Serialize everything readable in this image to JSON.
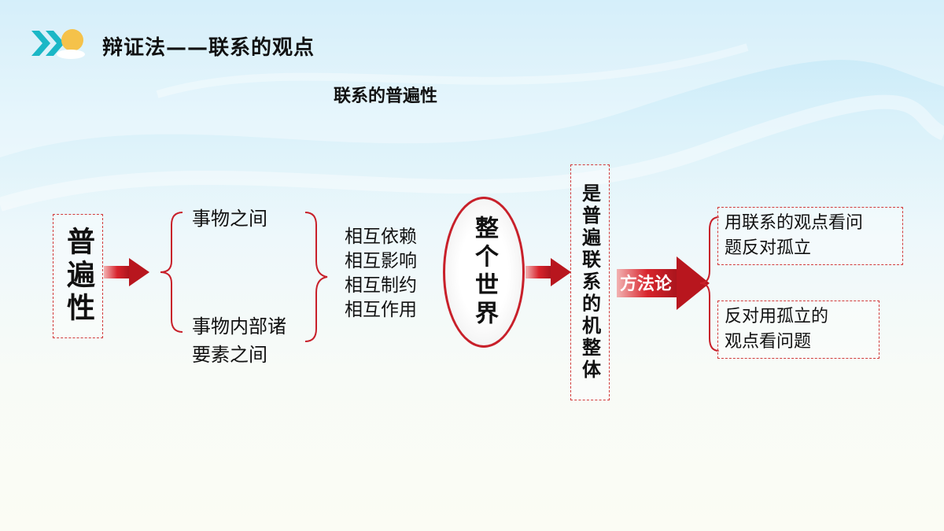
{
  "header": {
    "title": "辩证法——联系的观点"
  },
  "subtitle": "联系的普遍性",
  "left_label": "普遍性",
  "branches": {
    "top": "事物之间",
    "bottom_line1": "事物内部诸",
    "bottom_line2": "要素之间"
  },
  "relations": [
    "相互依赖",
    "相互影响",
    "相互制约",
    "相互作用"
  ],
  "center": "整个世界",
  "middle_box": "是普遍联系的机整体",
  "method": "方法论",
  "outcomes": [
    {
      "line1": "用联系的观点看问",
      "line2": "题反对孤立"
    },
    {
      "line1": "反对用孤立的",
      "line2": "观点看问题"
    }
  ],
  "colors": {
    "accent_red": "#c8202a",
    "logo_teal": "#1bb7c6",
    "logo_sun": "#f5c24a"
  }
}
